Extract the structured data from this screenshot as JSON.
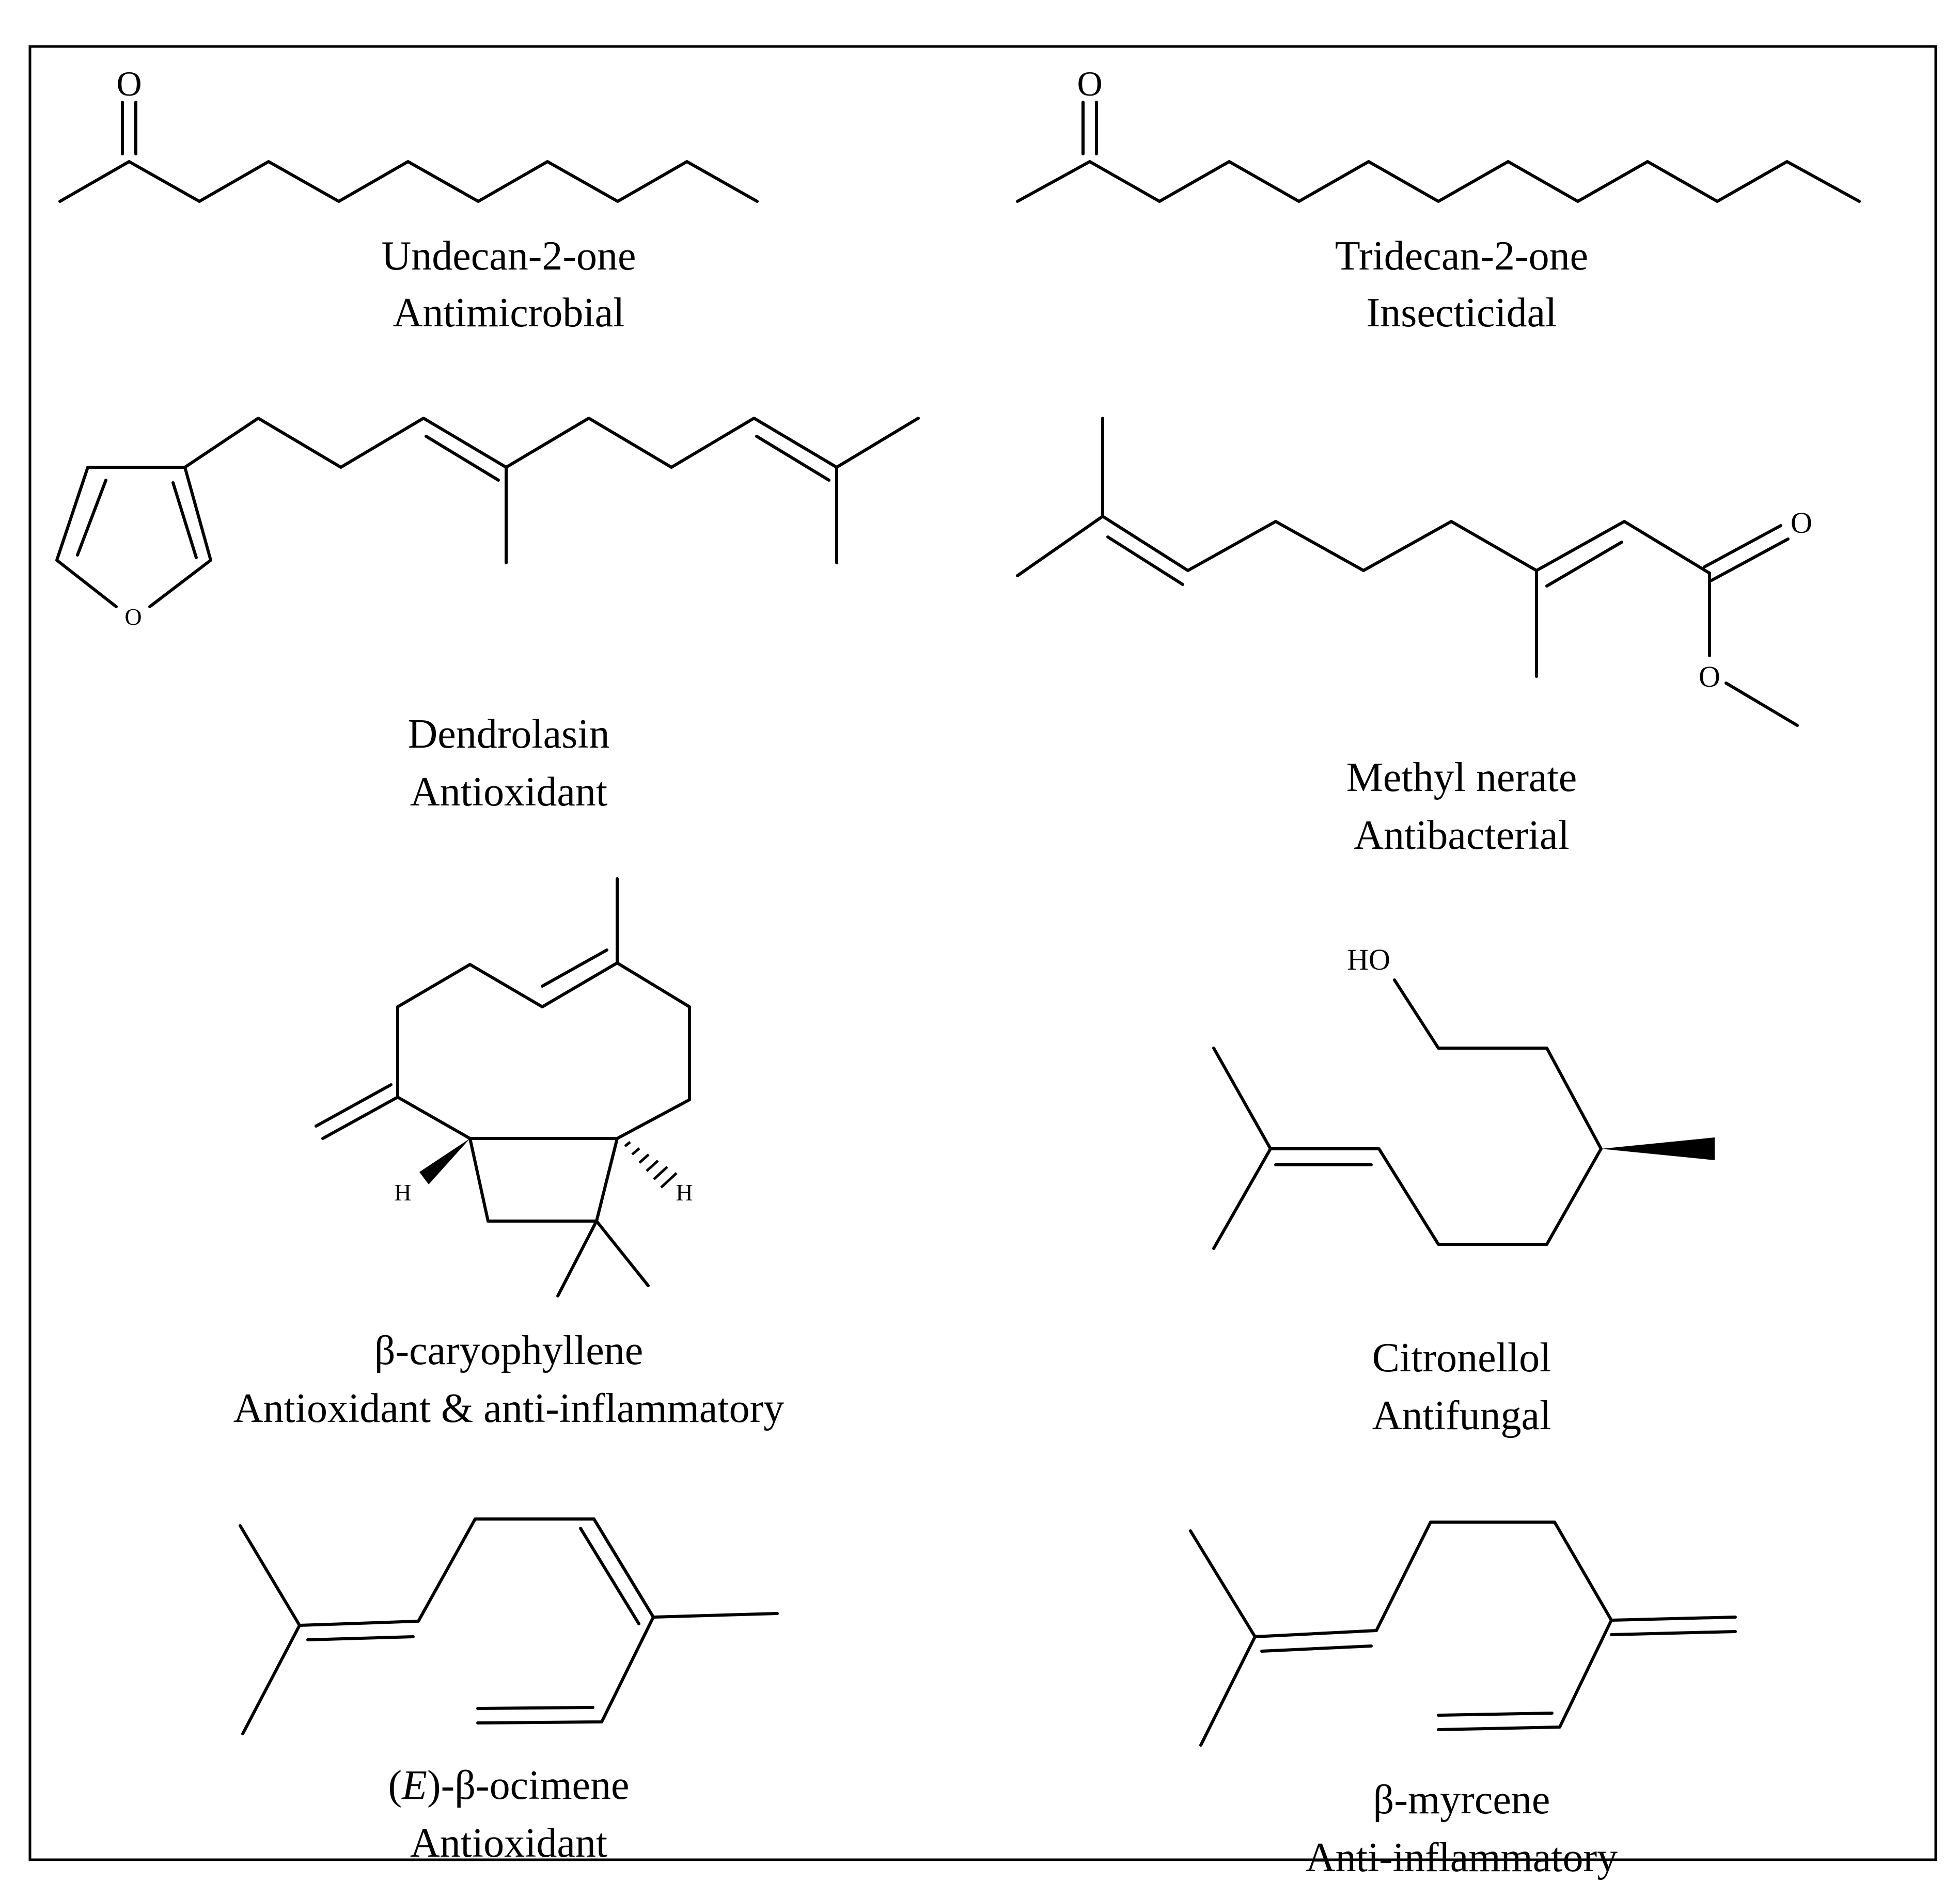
{
  "figure": {
    "compounds": [
      {
        "id": "undecan-2-one",
        "name": "Undecan-2-one",
        "activity": "Antimicrobial",
        "atoms": [
          "O"
        ]
      },
      {
        "id": "tridecan-2-one",
        "name": "Tridecan-2-one",
        "activity": "Insecticidal",
        "atoms": [
          "O"
        ]
      },
      {
        "id": "dendrolasin",
        "name": "Dendrolasin",
        "activity": "Antioxidant",
        "atoms": [
          "O"
        ]
      },
      {
        "id": "methyl-nerate",
        "name": "Methyl nerate",
        "activity": "Antibacterial",
        "atoms": [
          "O",
          "O"
        ]
      },
      {
        "id": "beta-caryophyllene",
        "name": "β-caryophyllene",
        "activity": "Antioxidant & anti-inflammatory",
        "atoms": [
          "H",
          "H"
        ]
      },
      {
        "id": "citronellol",
        "name": "Citronellol",
        "activity": "Antifungal",
        "atoms": [
          "HO"
        ]
      },
      {
        "id": "e-beta-ocimene",
        "name_prefix": "(",
        "name_italic": "E",
        "name_suffix": ")-β-ocimene",
        "activity": "Antioxidant",
        "atoms": []
      },
      {
        "id": "beta-myrcene",
        "name": "β-myrcene",
        "activity": "Anti-inflammatory",
        "atoms": []
      }
    ]
  }
}
